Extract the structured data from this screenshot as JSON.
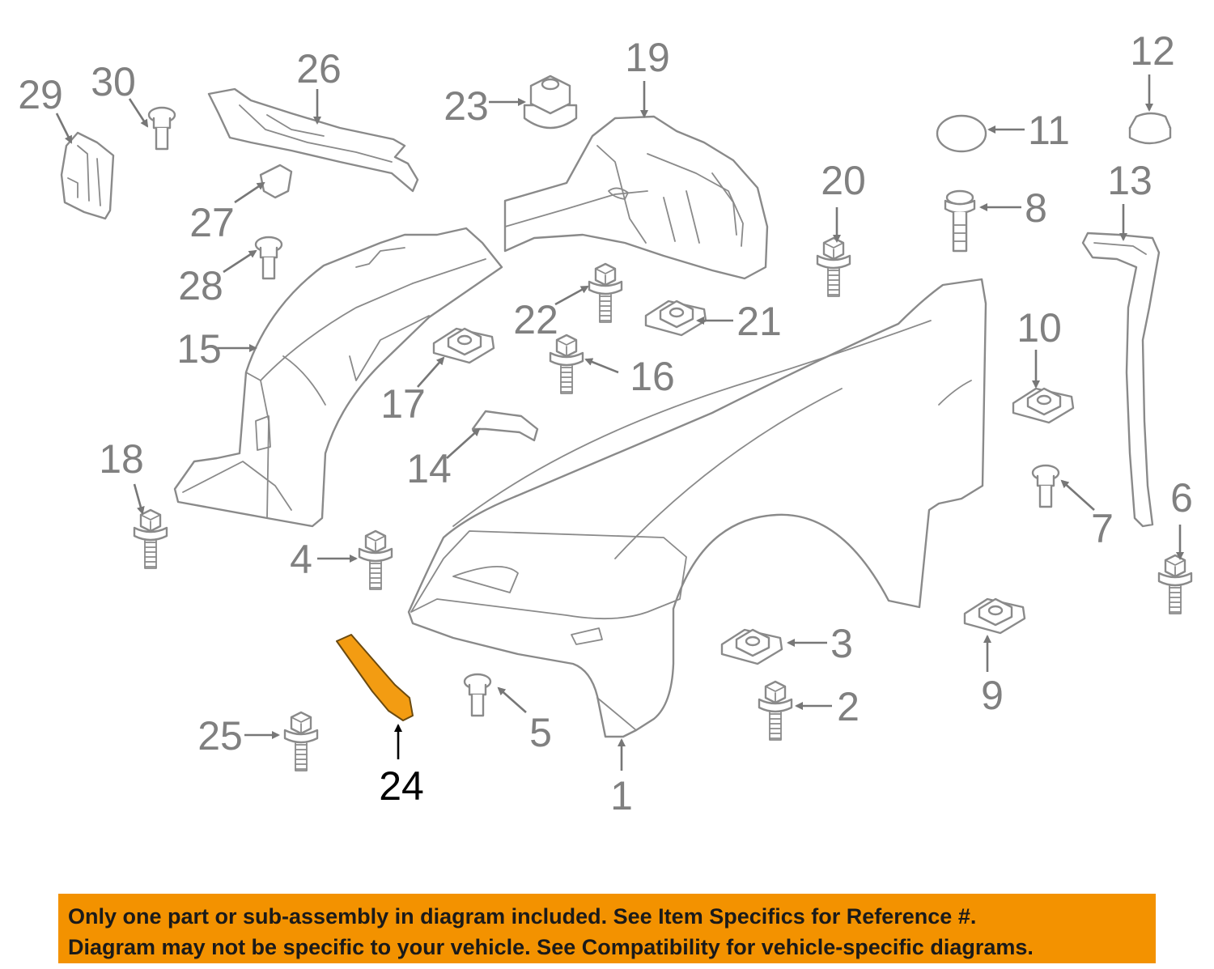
{
  "diagram": {
    "highlighted_callout": "24",
    "highlight_color": "#f39c12",
    "line_color": "#8a8a8a",
    "callouts": [
      "1",
      "2",
      "3",
      "4",
      "5",
      "6",
      "7",
      "8",
      "9",
      "10",
      "11",
      "12",
      "13",
      "14",
      "15",
      "16",
      "17",
      "18",
      "19",
      "20",
      "21",
      "22",
      "23",
      "24",
      "25",
      "26",
      "27",
      "28",
      "29",
      "30"
    ]
  },
  "notice": {
    "line1": "Only one part or sub-assembly in diagram included. See Item Specifics for Reference #.",
    "line2": "Diagram may not be specific to your vehicle. See Compatibility for vehicle-specific diagrams.",
    "background": "#f39200"
  }
}
